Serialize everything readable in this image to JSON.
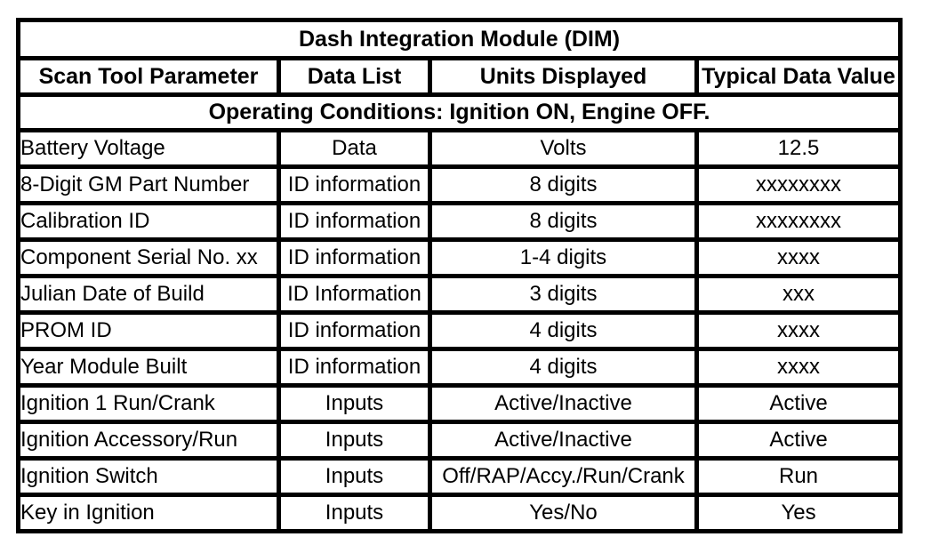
{
  "table": {
    "title": "Dash Integration Module (DIM)",
    "columns": [
      "Scan Tool Parameter",
      "Data List",
      "Units Displayed",
      "Typical Data Value"
    ],
    "operating_conditions": "Operating Conditions: Ignition ON, Engine OFF.",
    "colors": {
      "border": "#000000",
      "background": "#ffffff",
      "text": "#000000"
    },
    "rows": [
      {
        "parameter": "Battery Voltage",
        "data_list": "Data",
        "units": "Volts",
        "typical_value": "12.5"
      },
      {
        "parameter": "8-Digit GM Part Number",
        "data_list": "ID information",
        "units": "8 digits",
        "typical_value": "xxxxxxxx"
      },
      {
        "parameter": "Calibration ID",
        "data_list": "ID information",
        "units": "8 digits",
        "typical_value": "xxxxxxxx"
      },
      {
        "parameter": "Component Serial No. xx",
        "data_list": "ID information",
        "units": "1-4 digits",
        "typical_value": "xxxx"
      },
      {
        "parameter": "Julian Date of Build",
        "data_list": "ID Information",
        "units": "3 digits",
        "typical_value": "xxx"
      },
      {
        "parameter": "PROM ID",
        "data_list": "ID information",
        "units": "4 digits",
        "typical_value": "xxxx"
      },
      {
        "parameter": "Year Module Built",
        "data_list": "ID information",
        "units": "4 digits",
        "typical_value": "xxxx"
      },
      {
        "parameter": "Ignition 1 Run/Crank",
        "data_list": "Inputs",
        "units": "Active/Inactive",
        "typical_value": "Active"
      },
      {
        "parameter": "Ignition Accessory/Run",
        "data_list": "Inputs",
        "units": "Active/Inactive",
        "typical_value": "Active"
      },
      {
        "parameter": "Ignition Switch",
        "data_list": "Inputs",
        "units": "Off/RAP/Accy./Run/Crank",
        "typical_value": "Run"
      },
      {
        "parameter": "Key in Ignition",
        "data_list": "Inputs",
        "units": "Yes/No",
        "typical_value": "Yes"
      }
    ]
  }
}
